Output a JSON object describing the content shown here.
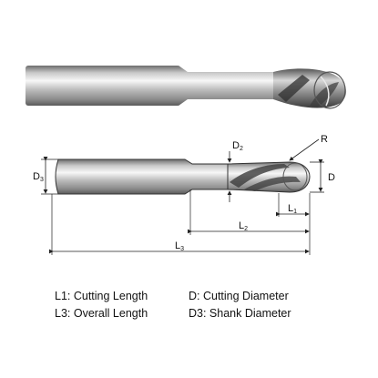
{
  "diagram": {
    "dimension_labels": {
      "d2": {
        "main": "D",
        "sub": "2"
      },
      "r": {
        "main": "R"
      },
      "d3": {
        "main": "D",
        "sub": "3"
      },
      "d": {
        "main": "D"
      },
      "l1": {
        "main": "L",
        "sub": "1"
      },
      "l2": {
        "main": "L",
        "sub": "2"
      },
      "l3": {
        "main": "L",
        "sub": "3"
      }
    }
  },
  "legend": {
    "row1_left": "L1:  Cutting Length",
    "row1_right": "D:  Cutting Diameter",
    "row2_left": "L3:  Overall Length",
    "row2_right": "D3:  Shank Diameter"
  }
}
